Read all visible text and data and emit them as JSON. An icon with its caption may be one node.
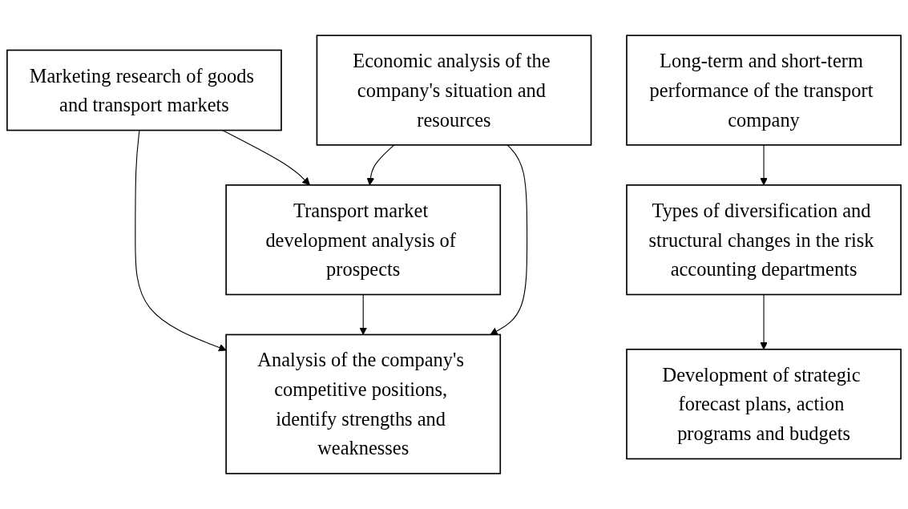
{
  "diagram": {
    "nodes": [
      {
        "text": [
          "Marketing research of goods and transport markets"
        ]
      },
      {
        "text": [
          "Transport market development analysis of prospects"
        ]
      },
      {
        "text": [
          "Economic analysis of the company's situation and resources"
        ]
      },
      {
        "text": [
          "Analysis of the company's competitive positions, identify strengths and weaknesses"
        ]
      },
      {
        "text": [
          "Long-term and short-term performance of the transport company"
        ]
      },
      {
        "text": [
          "Types of diversification and structural changes in the risk accounting departments"
        ]
      },
      {
        "text": [
          "Development of strategic forecast plans, action programs and budgets"
        ]
      }
    ],
    "edges": [
      {
        "from": 0,
        "to": 1,
        "arrow": "to"
      },
      {
        "from": 0,
        "to": 3,
        "arrow": "to"
      },
      {
        "from": 1,
        "to": 3,
        "arrow": "to"
      },
      {
        "from": 2,
        "to": 1,
        "arrow": "to"
      },
      {
        "from": 2,
        "to": 3,
        "arrow": "to"
      },
      {
        "from": 4,
        "to": 5,
        "arrow": "to"
      },
      {
        "from": 5,
        "to": 6,
        "arrow": "to"
      }
    ]
  }
}
